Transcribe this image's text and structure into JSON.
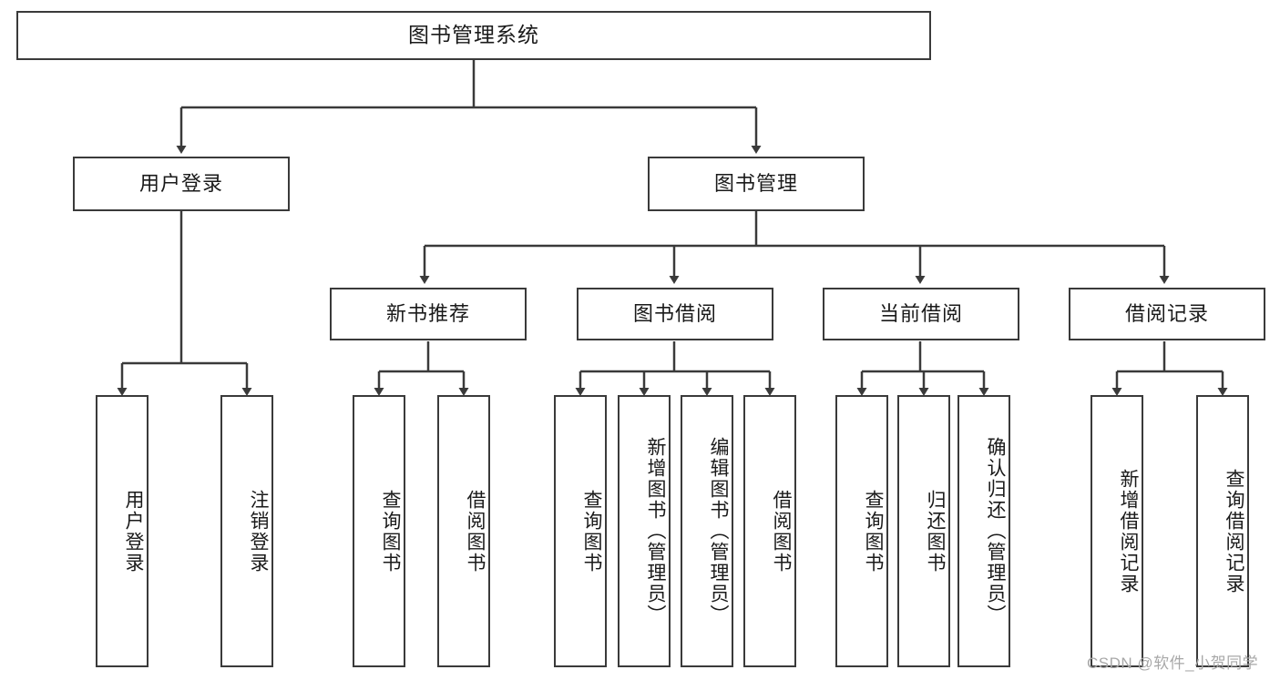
{
  "diagram": {
    "title": "图书管理系统",
    "type": "hierarchy-tree",
    "watermark": "CSDN @软件_小贺同学",
    "colors": {
      "box_border": "#3a3a3a",
      "box_fill": "#ffffff",
      "edge": "#3a3a3a",
      "text": "#1a1a1a",
      "watermark": "#a8a8a8"
    },
    "root": {
      "label": "图书管理系统"
    },
    "level2": [
      {
        "label": "用户登录"
      },
      {
        "label": "图书管理"
      }
    ],
    "level3": [
      {
        "label": "新书推荐"
      },
      {
        "label": "图书借阅"
      },
      {
        "label": "当前借阅"
      },
      {
        "label": "借阅记录"
      }
    ],
    "leaves": {
      "user_login": [
        {
          "label": "用户登录"
        },
        {
          "label": "注销登录"
        }
      ],
      "new_book_recommend": [
        {
          "label": "查询图书"
        },
        {
          "label": "借阅图书"
        }
      ],
      "book_borrow": [
        {
          "label": "查询图书"
        },
        {
          "label": "新增图书（管理员）"
        },
        {
          "label": "编辑图书（管理员）"
        },
        {
          "label": "借阅图书"
        }
      ],
      "current_borrow": [
        {
          "label": "查询图书"
        },
        {
          "label": "归还图书"
        },
        {
          "label": "确认归还（管理员）"
        }
      ],
      "borrow_record": [
        {
          "label": "新增借阅记录"
        },
        {
          "label": "查询借阅记录"
        }
      ]
    }
  }
}
